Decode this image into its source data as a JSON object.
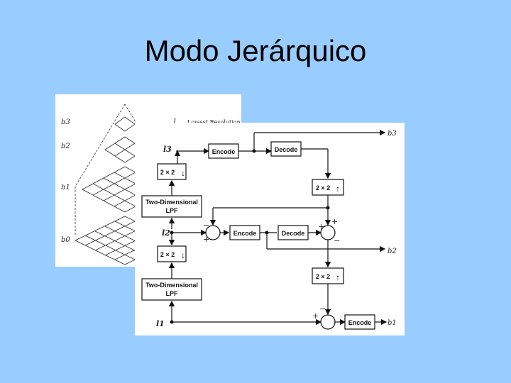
{
  "slide": {
    "title": "Modo Jerárquico"
  },
  "pyramid": {
    "level_labels": [
      "b3",
      "b2",
      "b1",
      "b0"
    ],
    "header_var": "L",
    "header_text": "Lowest Resolution"
  },
  "block_diagram": {
    "inputs": [
      "l3",
      "l2",
      "l1"
    ],
    "outputs": [
      "b3",
      "b2",
      "b1"
    ],
    "encode_label": "Encode",
    "decode_label": "Decode",
    "downsample_label": "2 × 2",
    "upsample_label": "2 × 2",
    "lpf_line1": "Two-Dimensional",
    "lpf_line2": "LPF",
    "plus": "+",
    "minus": "−"
  }
}
